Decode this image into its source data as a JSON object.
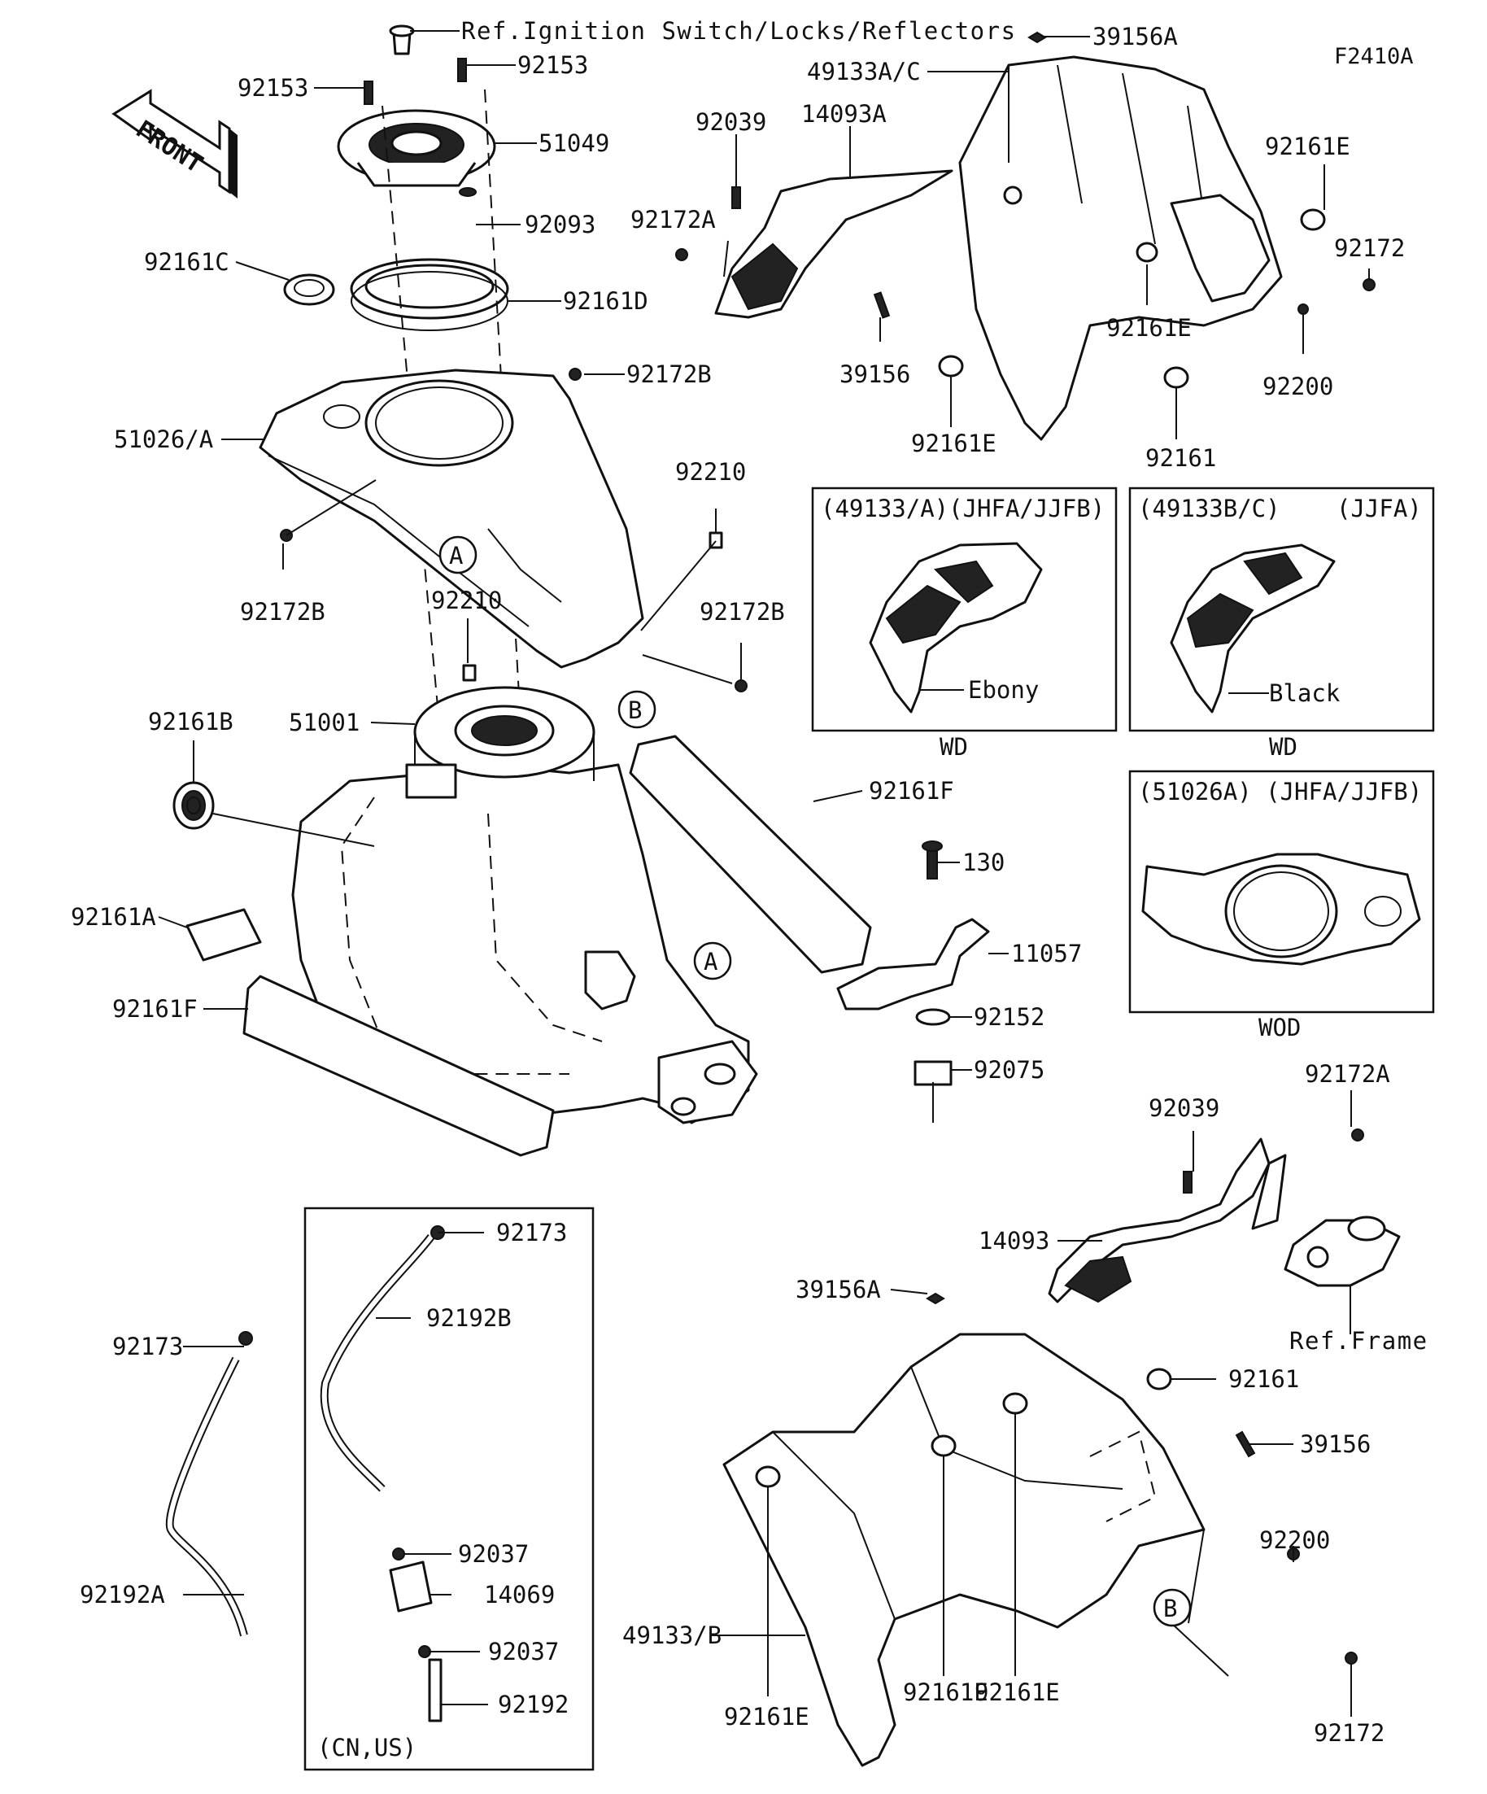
{
  "figure_code": "F2410A",
  "front_arrow_label": "FRONT",
  "callouts": {
    "ref_ignition": "Ref.Ignition Switch/Locks/Reflectors",
    "ref_frame": "Ref.Frame",
    "p92153_left": "92153",
    "p92153_right": "92153",
    "p51049": "51049",
    "p92093": "92093",
    "p92161C": "92161C",
    "p92161D": "92161D",
    "p92172B_top": "92172B",
    "p51026A": "51026/A",
    "p92172B_left": "92172B",
    "p92210_right": "92210",
    "p92210_center": "92210",
    "p92172B_right": "92172B",
    "p51001": "51001",
    "p92161B": "92161B",
    "p92161F_right": "92161F",
    "p92161A": "92161A",
    "p92161F_left": "92161F",
    "p130": "130",
    "p11057": "11057",
    "p92152": "92152",
    "p92075": "92075",
    "p39156A_top": "39156A",
    "p49133AC": "49133A/C",
    "p92039_top": "92039",
    "p14093A": "14093A",
    "p92172A_top": "92172A",
    "p92161E_tr": "92161E",
    "p92172_tr": "92172",
    "p92161E_mid": "92161E",
    "p39156_top": "39156",
    "p92200_top": "92200",
    "p92161E_bl": "92161E",
    "p92161_top": "92161",
    "p92172A_bottom": "92172A",
    "p92039_bottom": "92039",
    "p14093": "14093",
    "p39156A_bottom": "39156A",
    "p92161_bottom": "92161",
    "p39156_bottom": "39156",
    "p92200_bottom": "92200",
    "p49133B": "49133/B",
    "p92161E_b1": "92161E",
    "p92161E_b2": "92161E",
    "p92161E_b3": "92161E",
    "p92172_bottom": "92172",
    "p92173_top": "92173",
    "p92192B": "92192B",
    "p92173_left": "92173",
    "p92192A": "92192A",
    "p92037_top": "92037",
    "p14069": "14069",
    "p92037_bottom": "92037",
    "p92192": "92192",
    "cn_us": "(CN,US)"
  },
  "markers": {
    "A": "A",
    "B": "B"
  },
  "insets": [
    {
      "header_left": "(49133/A)(JHFA/JJFB)",
      "header_right": "",
      "color_label": "Ebony",
      "code": "WD"
    },
    {
      "header_left": "(49133B/C)",
      "header_right": "(JJFA)",
      "color_label": "Black",
      "code": "WD"
    },
    {
      "header_left": "(51026A) (JHFA/JJFB)",
      "header_right": "",
      "color_label": "",
      "code": "WOD"
    }
  ]
}
